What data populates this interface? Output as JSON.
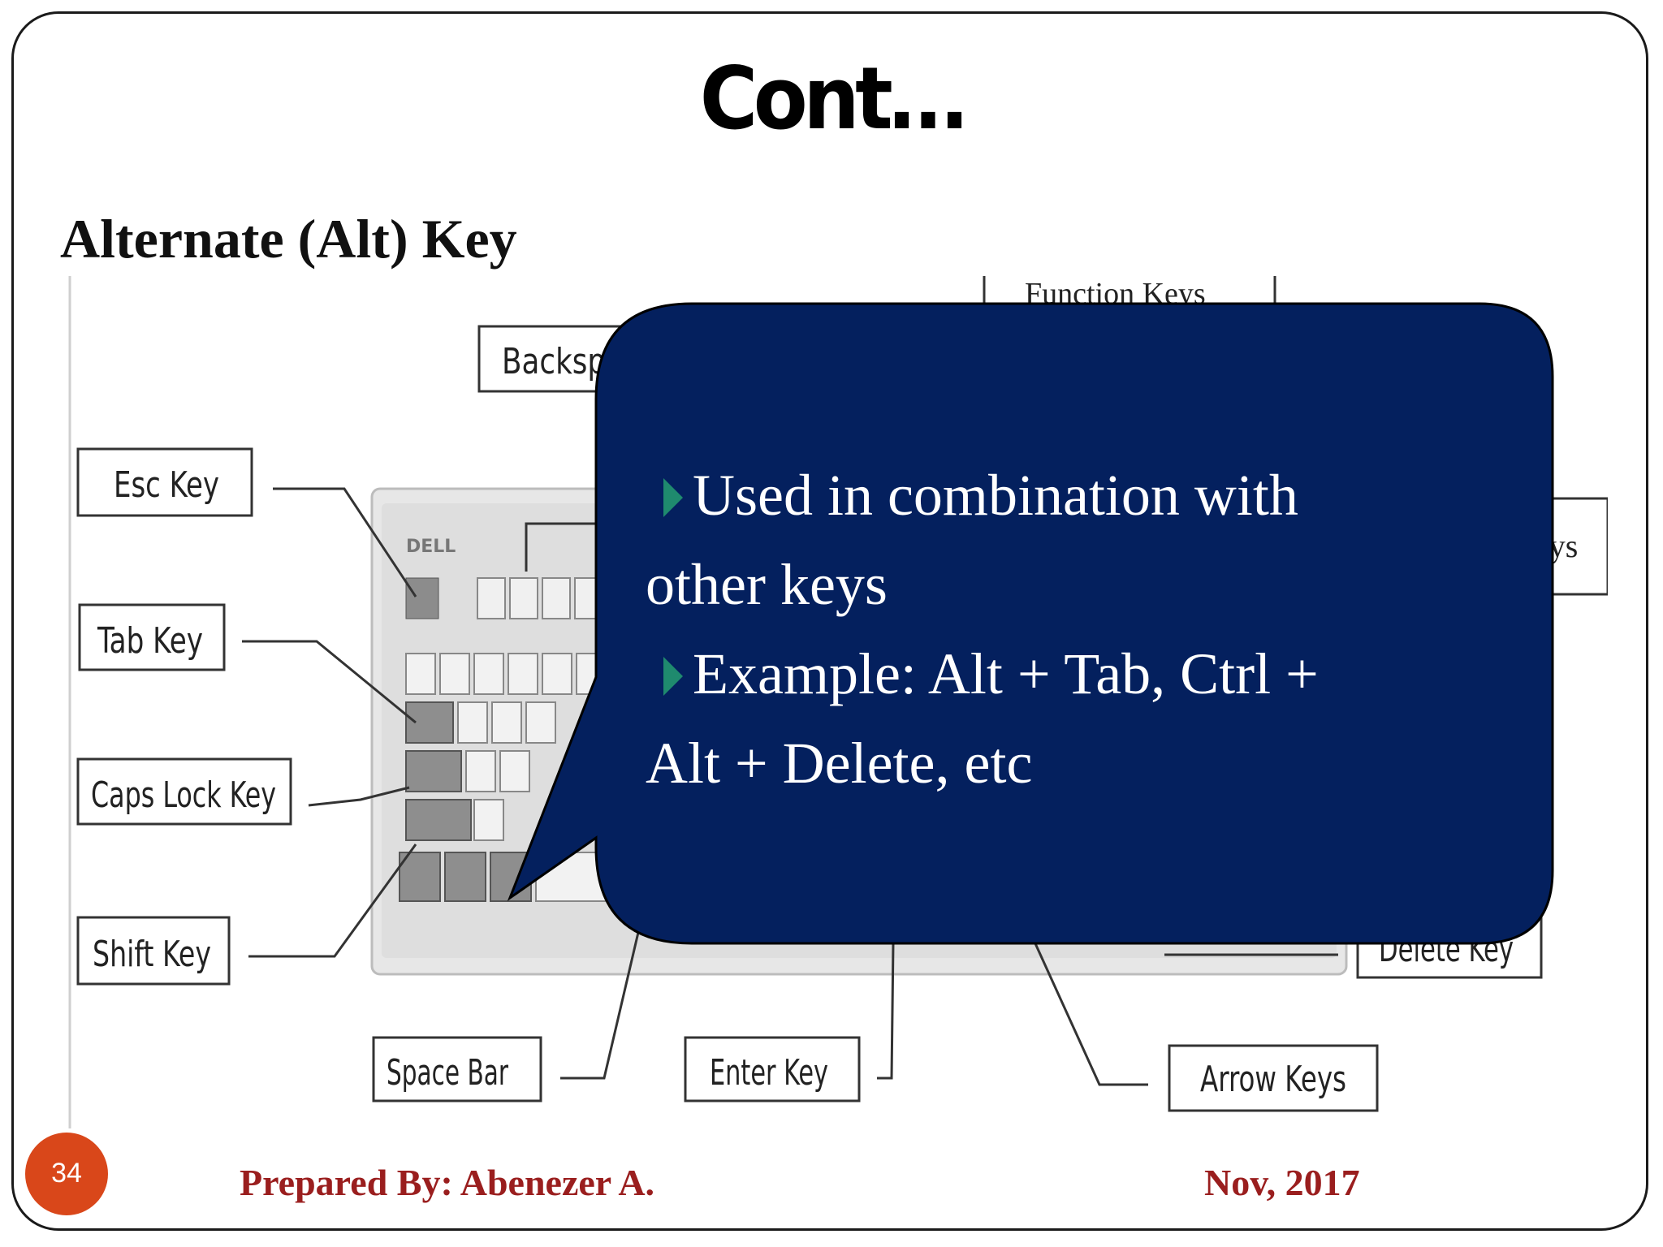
{
  "slide": {
    "title": "Cont…",
    "subtitle": "Alternate (Alt) Key",
    "page_number": "34",
    "footer_author": "Prepared By: Abenezer A.",
    "footer_date": "Nov, 2017"
  },
  "diagram": {
    "labels": {
      "esc": "Esc Key",
      "tab": "Tab Key",
      "caps": "Caps Lock Key",
      "shift": "Shift Key",
      "backspace": "Backspa",
      "function": "Function Keys",
      "right_partial": "eys",
      "space": "Space Bar",
      "enter": "Enter Key",
      "arrow": "Arrow Keys",
      "delete": "Delete Key",
      "brand": "DELL"
    }
  },
  "callout": {
    "line1": "Used in combination with",
    "line2": "other keys",
    "line3": "Example: Alt + Tab, Ctrl +",
    "line4": "Alt + Delete, etc",
    "fill_color": "#04205e"
  },
  "colors": {
    "accent_orange": "#d9471a",
    "footer_red": "#9a1e1e",
    "bullet_teal": "#1f8a6e"
  }
}
